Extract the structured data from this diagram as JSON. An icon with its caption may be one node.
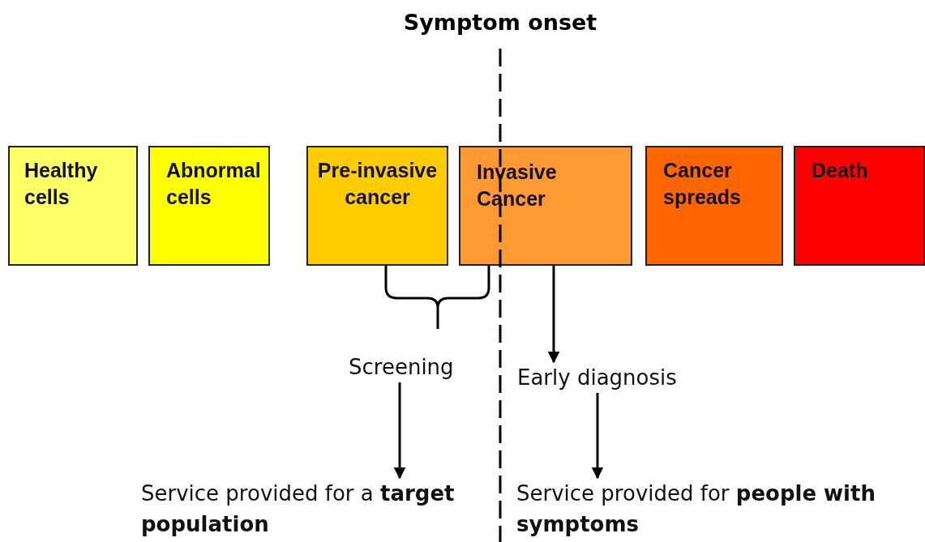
{
  "diagram": {
    "nodes": [
      {
        "text": [
          "Healthy cells"
        ]
      },
      {
        "text": [
          "Abnormal cells"
        ]
      },
      {
        "text": [
          "Pre-invasive cancer"
        ]
      },
      {
        "text": [
          "Invasive Cancer"
        ]
      },
      {
        "text": [
          "Cancer spreads"
        ]
      },
      {
        "text": [
          "Death"
        ]
      },
      {
        "text": [
          "Screening"
        ]
      },
      {
        "text": [
          "Early diagnosis"
        ]
      },
      {
        "text": [
          "Service provided for a **target population**"
        ]
      },
      {
        "text": [
          "Service provided for **people with symptoms**"
        ]
      }
    ],
    "edges": [
      {
        "from": 3,
        "to": 7,
        "arrow": "to"
      },
      {
        "from": 6,
        "to": 8,
        "arrow": "to"
      },
      {
        "from": 7,
        "to": 9,
        "arrow": "to"
      }
    ],
    "labels": [
      "Symptom onset"
    ]
  }
}
